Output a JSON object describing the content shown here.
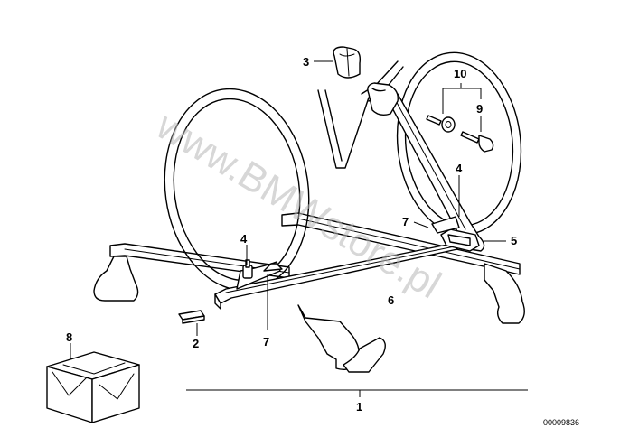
{
  "diagram": {
    "callouts": {
      "c1": "1",
      "c2": "2",
      "c3": "3",
      "c4a": "4",
      "c4b": "4",
      "c5": "5",
      "c6": "6",
      "c7a": "7",
      "c7b": "7",
      "c8": "8",
      "c9": "9",
      "c10": "10"
    },
    "watermark": "www.BMWstore.pl",
    "document_number": "00009836"
  }
}
